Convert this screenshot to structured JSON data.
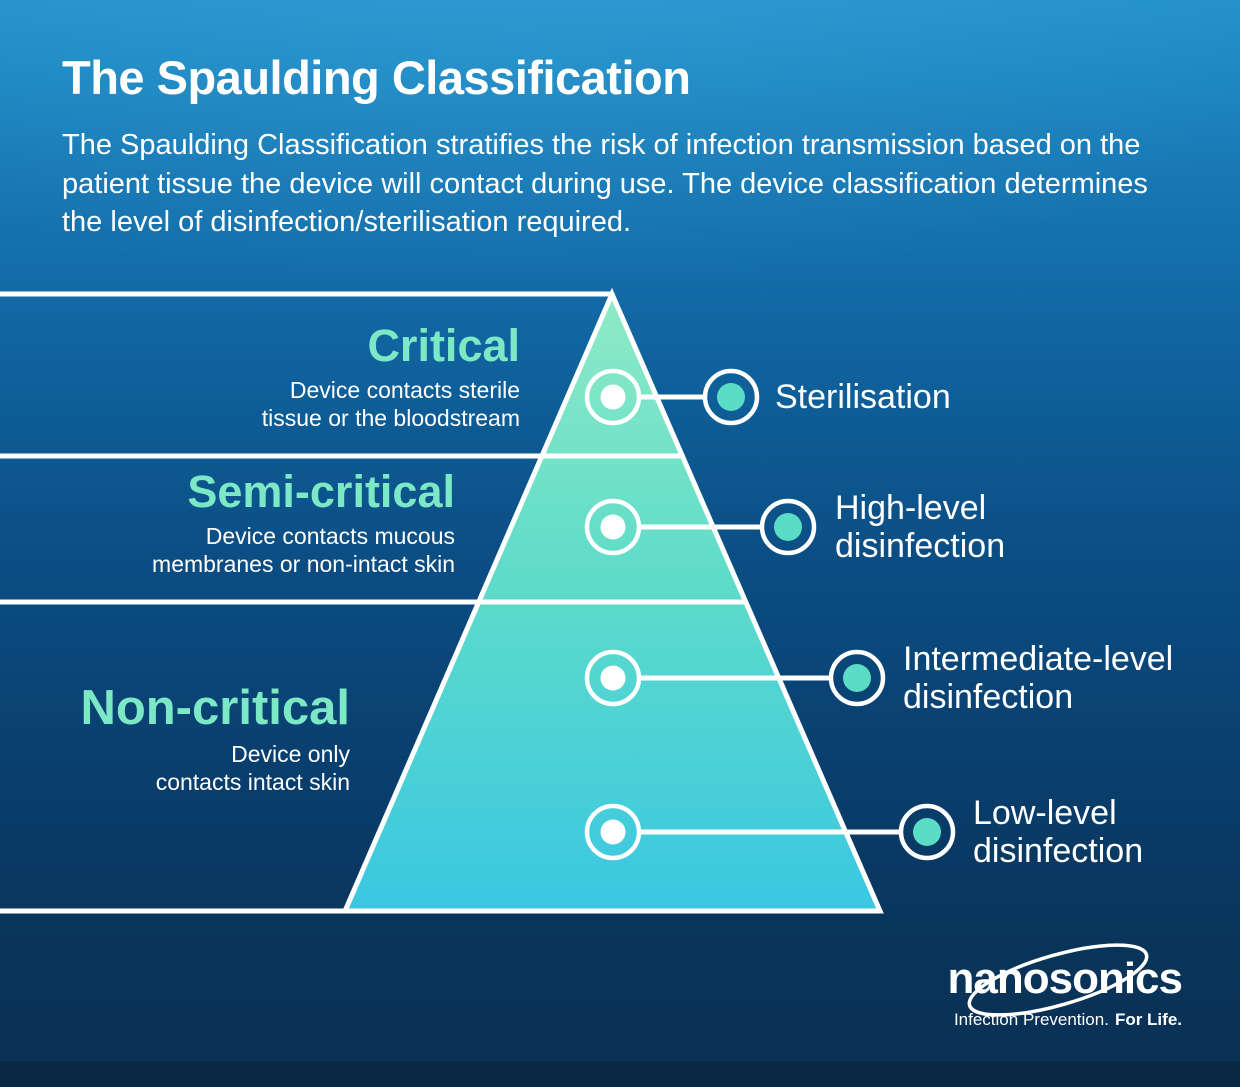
{
  "page": {
    "title": "The Spaulding Classification",
    "description": "The Spaulding Classification stratifies the risk of infection transmission based on the patient tissue the device will contact during use. The device classification determines the level of disinfection/sterilisation required."
  },
  "pyramid": {
    "levels": [
      {
        "name": "Critical",
        "description_line1": "Device contacts sterile",
        "description_line2": "tissue or the bloodstream"
      },
      {
        "name": "Semi-critical",
        "description_line1": "Device contacts mucous",
        "description_line2": "membranes or non-intact skin"
      },
      {
        "name": "Non-critical",
        "description_line1": "Device only",
        "description_line2": "contacts intact skin"
      }
    ],
    "treatments": [
      {
        "label_line1": "Sterilisation",
        "label_line2": ""
      },
      {
        "label_line1": "High-level",
        "label_line2": "disinfection"
      },
      {
        "label_line1": "Intermediate-level",
        "label_line2": "disinfection"
      },
      {
        "label_line1": "Low-level",
        "label_line2": "disinfection"
      }
    ]
  },
  "branding": {
    "logo_text": "nanosonics",
    "tagline_regular": "Infection Prevention.",
    "tagline_bold": "For Life."
  },
  "colors": {
    "background_top": "#2191cb",
    "background_bottom": "#0a3054",
    "accent_mint": "#7ce8c5",
    "pyramid_gradient_top": "#8feac6",
    "pyramid_gradient_bottom": "#3ac7e1",
    "node_dot_fill": "#5bdcc4",
    "text_white": "#ffffff",
    "footer_bar": "#0a2843"
  }
}
